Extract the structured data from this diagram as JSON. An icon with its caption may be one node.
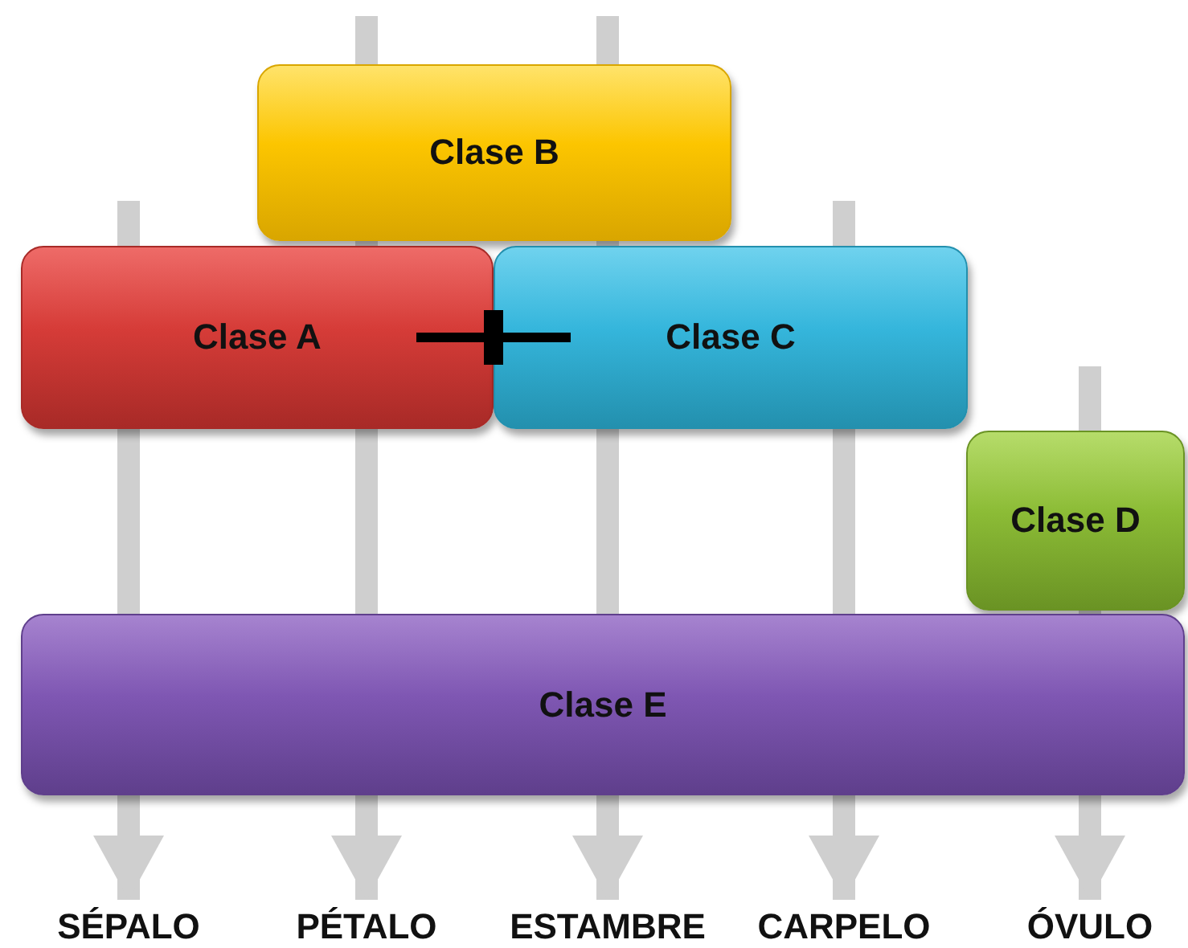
{
  "diagram": {
    "nodes": [
      {
        "text": [
          "Clase B"
        ]
      },
      {
        "text": [
          "Clase A"
        ]
      },
      {
        "text": [
          "Clase C"
        ]
      },
      {
        "text": [
          "Clase D"
        ]
      },
      {
        "text": [
          "Clase E"
        ]
      },
      {
        "text": [
          "SÉPALO"
        ]
      },
      {
        "text": [
          "PÉTALO"
        ]
      },
      {
        "text": [
          "ESTAMBRE"
        ]
      },
      {
        "text": [
          "CARPELO"
        ]
      },
      {
        "text": [
          "ÓVULO"
        ]
      }
    ],
    "edges": [
      {
        "from": null,
        "to": 5,
        "arrow": "to"
      },
      {
        "from": null,
        "to": 6,
        "arrow": "to"
      },
      {
        "from": null,
        "to": 7,
        "arrow": "to"
      },
      {
        "from": null,
        "to": 8,
        "arrow": "to"
      },
      {
        "from": null,
        "to": 9,
        "arrow": "to"
      },
      {
        "from": 1,
        "to": 2,
        "arrow": "other",
        "color": "#000000"
      },
      {
        "from": 2,
        "to": 1,
        "arrow": "other",
        "color": "#000000"
      }
    ]
  }
}
